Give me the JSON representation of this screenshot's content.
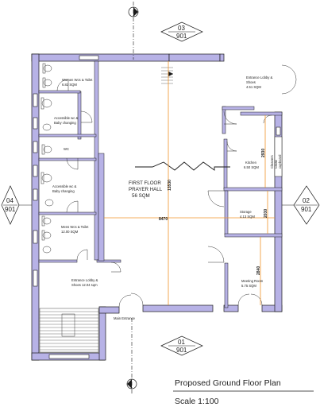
{
  "drawing": {
    "title": "Proposed  Ground Floor Plan",
    "scale": "Scale 1:100"
  },
  "section_markers": {
    "top": {
      "number": "03",
      "sheet": "901"
    },
    "bottom": {
      "number": "01",
      "sheet": "901"
    },
    "left": {
      "number": "04",
      "sheet": "901"
    },
    "right": {
      "number": "02",
      "sheet": "901"
    }
  },
  "rooms": {
    "womens_wc": {
      "line1": "Women Wcs & Toilet",
      "line2": "6.82 SQM"
    },
    "accessible_1": {
      "line1": "Accessible wc &",
      "line2": "Baby changing"
    },
    "wc": {
      "line1": "WC"
    },
    "accessible_2": {
      "line1": "Accessible wc &",
      "line2": "Baby changing"
    },
    "mens_wc": {
      "line1": "Mens Wcs & Toilet",
      "line2": "12.00 SQM"
    },
    "entrance_lobby_left": {
      "line1": "Entrance Lobby &",
      "line2": "Shoes  12.04 sqm"
    },
    "main_entrance": {
      "line1": "Main Entrance"
    },
    "prayer_hall": {
      "line1": "FIRST FLOOR",
      "line2": "PRAYER HALL",
      "line3": "56 SQM"
    },
    "entrance_lobby_right": {
      "line1": "Entrance Lobby &",
      "line2": "Shoes",
      "line3": "4.51 SQM"
    },
    "kitchen": {
      "line1": "Kitchen",
      "line2": "6.50 SQM"
    },
    "cleaners": {
      "line1": "Cleaners",
      "line2": "Cloak",
      "line3": "cupboard"
    },
    "storage": {
      "line1": "Storage",
      "line2": "4.13 SQM"
    },
    "meeting_room": {
      "line1": "Meeting Room",
      "line2": "5.75 SQM"
    }
  },
  "dimensions": {
    "vertical_main": "13530",
    "horizontal_main": "8470",
    "kitchen_height": "2930",
    "storage_height": "2030",
    "meeting_height": "2840"
  },
  "colors": {
    "wall_fill": "#b7b2e6",
    "wall_stroke": "#1a1a1a",
    "dimension_line": "#f0942a",
    "dimension_text": "#d21d1d"
  }
}
